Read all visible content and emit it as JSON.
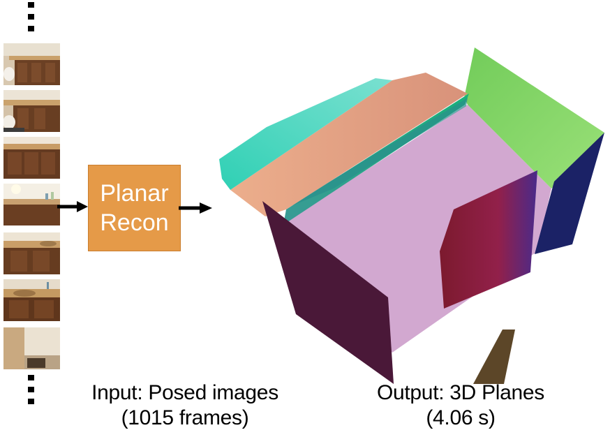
{
  "method_box": {
    "line1": "Planar",
    "line2": "Recon",
    "fill_color": "#e59a48"
  },
  "input_caption": {
    "line1": "Input: Posed images",
    "line2": "(1015 frames)"
  },
  "output_caption": {
    "line1": "Output: 3D Planes",
    "line2": "(4.06 s)"
  },
  "input_frames": [
    {
      "name": "frame-1-vanity-toilet"
    },
    {
      "name": "frame-2-vanity-toilet"
    },
    {
      "name": "frame-3-vanity-cabinet"
    },
    {
      "name": "frame-4-vanity-mirror"
    },
    {
      "name": "frame-5-vanity-sink"
    },
    {
      "name": "frame-6-vanity-sink"
    },
    {
      "name": "frame-7-floor-corner"
    }
  ],
  "plane_colors": {
    "teal": "#4fd8c0",
    "peach": "#e8a684",
    "green": "#88d86a",
    "navy": "#1b2266",
    "pink": "#d2a8d0",
    "maroon": "#4a1838",
    "red": "#8a1a3a",
    "brown": "#5c4628"
  }
}
